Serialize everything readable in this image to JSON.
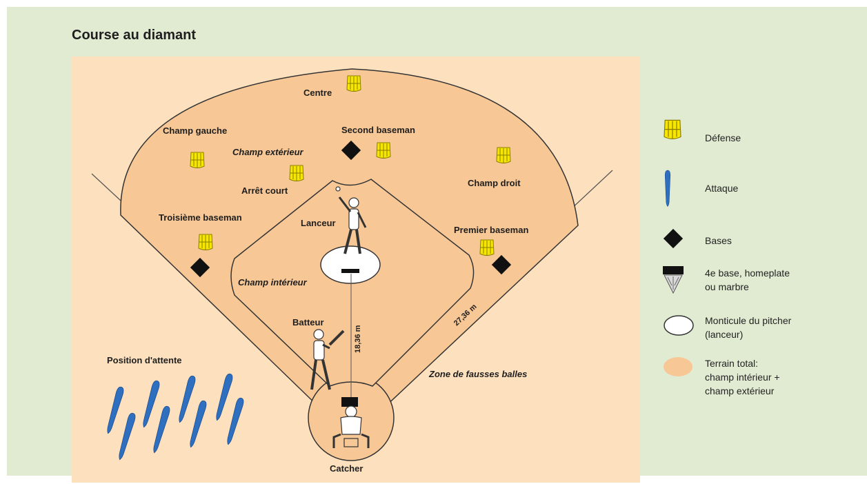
{
  "title": "Course au diamant",
  "labels": {
    "centre": "Centre",
    "champ_gauche": "Champ gauche",
    "second_baseman": "Second baseman",
    "champ_exterieur": "Champ extérieur",
    "arret_court": "Arrêt court",
    "champ_droit": "Champ droit",
    "troisieme_baseman": "Troisième baseman",
    "lanceur": "Lanceur",
    "premier_baseman": "Premier baseman",
    "champ_interieur": "Champ intérieur",
    "batteur": "Batteur",
    "position_attente": "Position d'attente",
    "zone_fausses_balles": "Zone de fausses balles",
    "catcher": "Catcher",
    "dist_pitch": "18,36 m",
    "dist_base": "27,36 m"
  },
  "legend": {
    "defense": "Défense",
    "attaque": "Attaque",
    "bases": "Bases",
    "homeplate_line1": "4e base, homeplate",
    "homeplate_line2": "ou marbre",
    "monticule_line1": "Monticule du pitcher",
    "monticule_line2": "(lanceur)",
    "terrain_line1": "Terrain total:",
    "terrain_line2": "champ intérieur +",
    "terrain_line3": "champ extérieur"
  },
  "colors": {
    "background_panel": "#e1ebd2",
    "terrain_light": "#fde0bd",
    "terrain_field": "#f7c796",
    "defense_yellow": "#f6e600",
    "attaque_blue": "#2f6fc0"
  }
}
